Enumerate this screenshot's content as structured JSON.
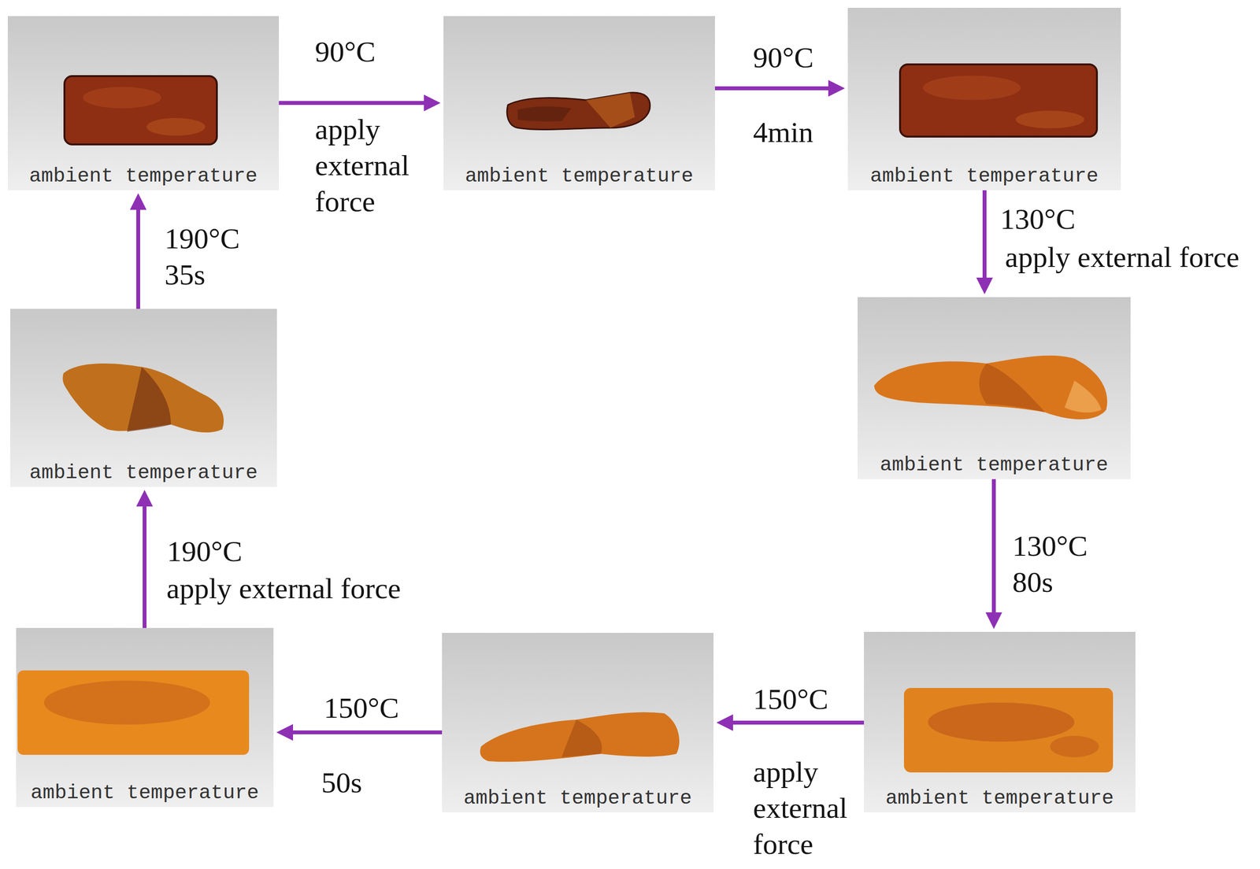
{
  "diagram": {
    "nodes": [
      {
        "text": [
          "ambient temperature"
        ]
      },
      {
        "text": [
          "ambient temperature"
        ]
      },
      {
        "text": [
          "ambient temperature"
        ]
      },
      {
        "text": [
          "ambient temperature"
        ]
      },
      {
        "text": [
          "ambient temperature"
        ]
      },
      {
        "text": [
          "ambient temperature"
        ]
      },
      {
        "text": [
          "ambient temperature"
        ]
      },
      {
        "text": [
          "ambient temperature"
        ]
      }
    ],
    "edges": [
      {
        "from": 0,
        "to": 1,
        "label": "90°C",
        "arrow": "to"
      },
      {
        "from": 1,
        "to": 2,
        "label": "90°C",
        "arrow": "to"
      },
      {
        "from": 2,
        "to": 3,
        "label": "130°C",
        "arrow": "to"
      },
      {
        "from": 3,
        "to": 4,
        "label": "130°C",
        "arrow": "to"
      },
      {
        "from": 4,
        "to": 5,
        "label": "150°C",
        "arrow": "to"
      },
      {
        "from": 5,
        "to": 6,
        "label": "150°C",
        "arrow": "to"
      },
      {
        "from": 6,
        "to": 7,
        "label": "190°C",
        "arrow": "to"
      },
      {
        "from": 7,
        "to": 0,
        "label": "190°C",
        "arrow": "to"
      }
    ],
    "labels": [
      "apply external force",
      "4min",
      "apply external force",
      "80s",
      "apply external force",
      "50s",
      "apply external force",
      "35s"
    ]
  }
}
